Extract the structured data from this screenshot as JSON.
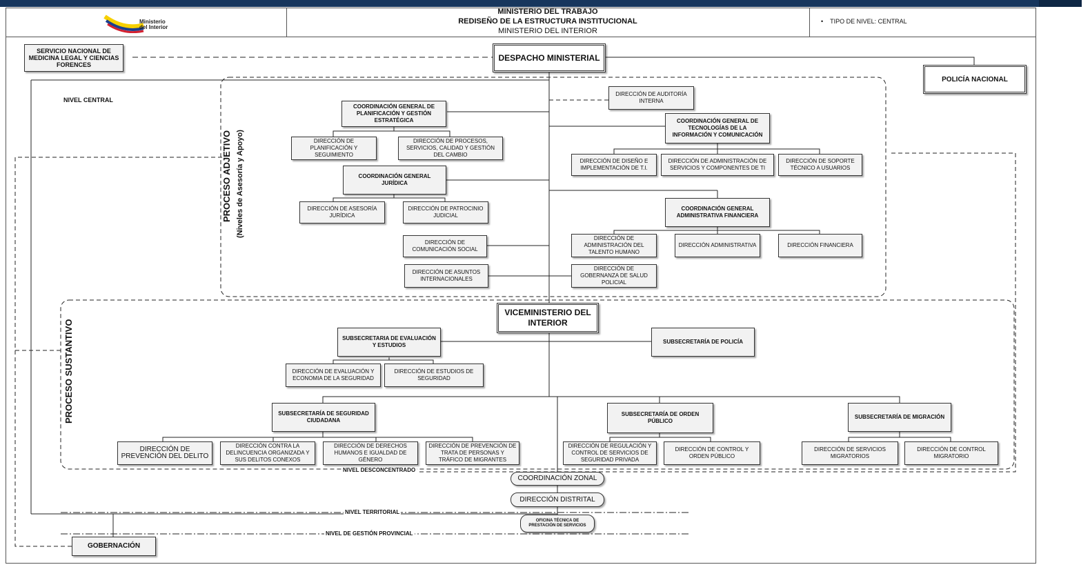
{
  "header": {
    "logo_text_1": "Ministerio",
    "logo_text_2": "del Interior",
    "title_1": "MINISTERIO DEL TRABAJO",
    "title_2": "REDISEÑO DE LA ESTRUCTURA INSTITUCIONAL",
    "title_3": "MINISTERIO DEL INTERIOR",
    "tipo_nivel": "TIPO DE NIVEL: CENTRAL"
  },
  "labels": {
    "nivel_central": "NIVEL CENTRAL",
    "proceso_adjetivo": "PROCESO ADJETIVO",
    "proceso_adjetivo_sub": "(Niveles de Asesoría y Apoyo)",
    "proceso_sustantivo": "PROCESO SUSTANTIVO",
    "nivel_desconcentrado": "NIVEL DESCONCENTRADO",
    "nivel_territorial": "NIVEL TERRITORIAL",
    "nivel_provincial": "NIVEL DE GESTIÓN PROVINCIAL"
  },
  "boxes": {
    "servicio_medicina": "SERVICIO NACIONAL DE MEDICINA LEGAL Y CIENCIAS FORENCES",
    "despacho": "DESPACHO MINISTERIAL",
    "policia_nacional": "POLICÍA NACIONAL",
    "auditoria": "DIRECCIÓN DE AUDITORÍA INTERNA",
    "cg_planificacion": "COORDINACIÓN GENERAL DE PLANIFICACIÓN Y GESTIÓN ESTRATÉGICA",
    "d_planificacion": "DIRECCIÓN DE PLANIFICACIÓN Y SEGUIMIENTO",
    "d_procesos": "DIRECCIÓN DE PROCESOS, SERVICIOS, CALIDAD Y GESTIÓN DEL CAMBIO",
    "cg_tic": "COORDINACIÓN GENERAL DE TECNOLOGÍAS DE LA INFORMACIÓN Y COMUNICACIÓN",
    "d_diseno_ti": "DIRECCIÓN DE DISEÑO E IMPLEMENTACIÓN DE T.I.",
    "d_admin_servicios": "DIRECCIÓN DE ADMINISTRACIÓN DE SERVICIOS Y COMPONENTES DE TI",
    "d_soporte": "DIRECCIÓN DE SOPORTE TÉCNICO A USUARIOS",
    "cg_juridica": "COORDINACIÓN GENERAL JURÍDICA",
    "d_asesoria": "DIRECCIÓN DE ASESORÍA JURÍDICA",
    "d_patrocinio": "DIRECCIÓN DE PATROCINIO JUDICIAL",
    "cg_administrativa": "COORDINACIÓN GENERAL ADMINISTRATIVA FINANCIERA",
    "d_talento": "DIRECCIÓN DE ADMINISTRACIÓN DEL TALENTO HUMANO",
    "d_administrativa": "DIRECCIÓN ADMINISTRATIVA",
    "d_financiera": "DIRECCIÓN FINANCIERA",
    "d_comunicacion": "DIRECCIÓN DE COMUNICACIÓN SOCIAL",
    "d_asuntos_int": "DIRECCIÓN DE ASUNTOS INTERNACIONALES",
    "d_salud_policial": "DIRECCIÓN DE GOBERNANZA DE SALUD POLICIAL",
    "viceministerio": "VICEMINISTERIO DEL INTERIOR",
    "s_evaluacion": "SUBSECRETARIA DE EVALUACIÓN Y ESTUDIOS",
    "s_policia": "SUBSECRETARÍA DE POLICÍA",
    "d_evaluacion": "DIRECCIÓN DE EVALUACIÓN Y ECONOMIA DE LA SEGURIDAD",
    "d_estudios": "DIRECCIÓN DE ESTUDIOS DE SEGURIDAD",
    "s_seguridad": "SUBSECRETARÍA DE SEGURIDAD CIUDADANA",
    "s_orden": "SUBSECRETARÍA DE ORDEN PÚBLICO",
    "s_migracion": "SUBSECRETARÍA DE MIGRACIÓN",
    "d_prevencion": "DIRECCIÓN DE PREVENCIÓN DEL DELITO",
    "d_delincuencia": "DIRECCIÓN CONTRA LA DELINCUENCIA ORGANIZADA Y SUS DELITOS CONEXOS",
    "d_derechos": "DIRECCIÓN DE DERECHOS HUMANOS E IGUALDAD DE GÉNERO",
    "d_trata": "DIRECCIÓN DE PREVENCIÓN DE TRATA DE PERSONAS Y TRÁFICO DE MIGRANTES",
    "d_regulacion": "DIRECCIÓN DE REGULACIÓN Y CONTROL DE SERVICIOS DE SEGURIDAD PRIVADA",
    "d_control_orden": "DIRECCIÓN DE CONTROL Y ORDEN PÚBLICO",
    "d_servicios_mig": "DIRECCIÓN DE SERVICIOS MIGRATORIOS",
    "d_control_mig": "DIRECCIÓN DE CONTROL MIGRATORIO",
    "coord_zonal": "COORDINACIÓN ZONAL",
    "dir_distrital": "DIRECCIÓN DISTRITAL",
    "oficina_tecnica": "OFICINA TÉCNICA DE PRESTACIÓN DE SERVICIOS",
    "gobernacion": "GOBERNACIÓN"
  }
}
